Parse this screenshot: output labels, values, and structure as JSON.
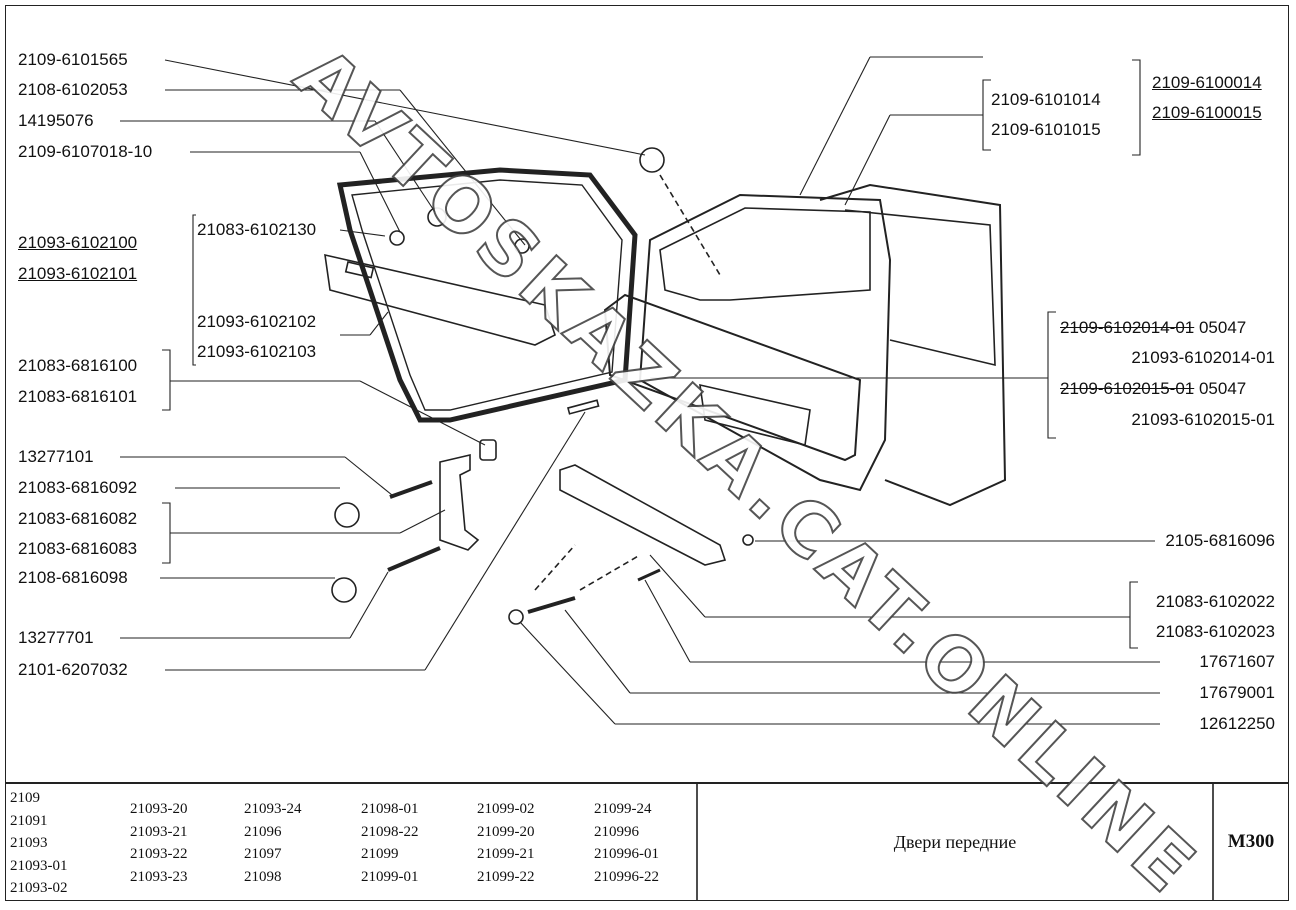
{
  "left_labels": [
    "2109-6101565",
    "2108-6102053",
    "14195076",
    "2109-6107018-10"
  ],
  "left_underlined": [
    "21093-6102100",
    "21093-6102101"
  ],
  "bracket_a": [
    "21083-6102130",
    "21093-6102102",
    "21093-6102103"
  ],
  "bracket_b": [
    "21083-6816100",
    "21083-6816101"
  ],
  "lower_left": [
    "13277101",
    "21083-6816092",
    "21083-6816082",
    "21083-6816083",
    "2108-6816098",
    "13277701",
    "2101-6207032"
  ],
  "top_right": {
    "inner": [
      "2109-6101014",
      "2109-6101015"
    ],
    "outer": [
      "2109-6100014",
      "2109-6100015"
    ]
  },
  "mid_right": {
    "struck_1": "2109-6102014-01",
    "note_1": "05047",
    "line_2": "21093-6102014-01",
    "struck_3": "2109-6102015-01",
    "note_3": "05047",
    "line_4": "21093-6102015-01"
  },
  "lower_right": [
    "2105-6816096",
    "21083-6102022",
    "21083-6102023",
    "17671607",
    "17679001",
    "12612250"
  ],
  "models": {
    "col1": [
      "2109",
      "21091",
      "21093",
      "21093-01",
      "21093-02"
    ],
    "col2": [
      "21093-20",
      "21093-21",
      "21093-22",
      "21093-23"
    ],
    "col3": [
      "21093-24",
      "21096",
      "21097",
      "21098"
    ],
    "col4": [
      "21098-01",
      "21098-22",
      "21099",
      "21099-01"
    ],
    "col5": [
      "21099-02",
      "21099-20",
      "21099-21",
      "21099-22"
    ],
    "col6": [
      "21099-24",
      "210996",
      "210996-01",
      "210996-22"
    ]
  },
  "title": "Двери передние",
  "code": "М300",
  "watermark": "AVTOSKAZKA.CAT.ONLINE"
}
